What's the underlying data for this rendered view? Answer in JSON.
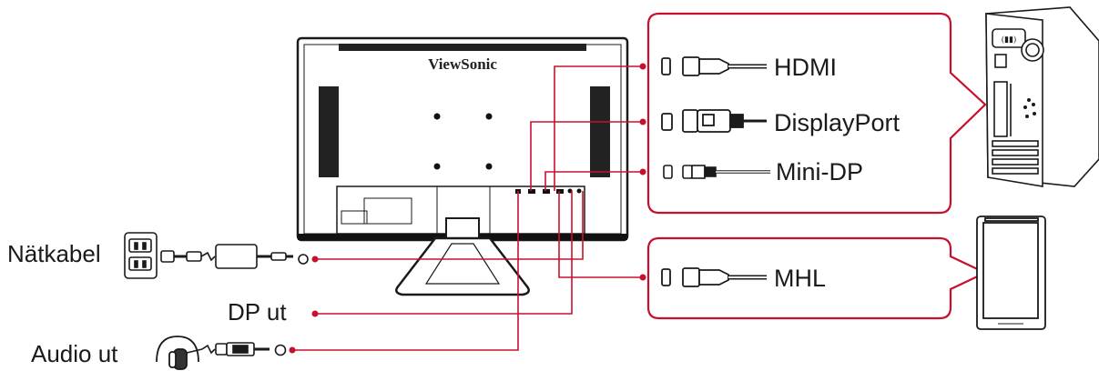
{
  "monitor": {
    "brand": "ViewSonic"
  },
  "connections": {
    "hdmi": "HDMI",
    "displayport": "DisplayPort",
    "minidp": "Mini-DP",
    "mhl": "MHL"
  },
  "outputs": {
    "power": "Nätkabel",
    "dp_out": "DP ut",
    "audio_out": "Audio ut"
  },
  "colors": {
    "leader": "#c8102e",
    "outline": "#1a1a1a",
    "accent": "#c8102e"
  },
  "icons": [
    "monitor-back-icon",
    "pc-tower-icon",
    "smartphone-icon",
    "wall-outlet-icon",
    "power-adapter-icon",
    "headphones-icon",
    "hdmi-plug-icon",
    "displayport-plug-icon",
    "minidp-plug-icon",
    "mhl-plug-icon"
  ]
}
